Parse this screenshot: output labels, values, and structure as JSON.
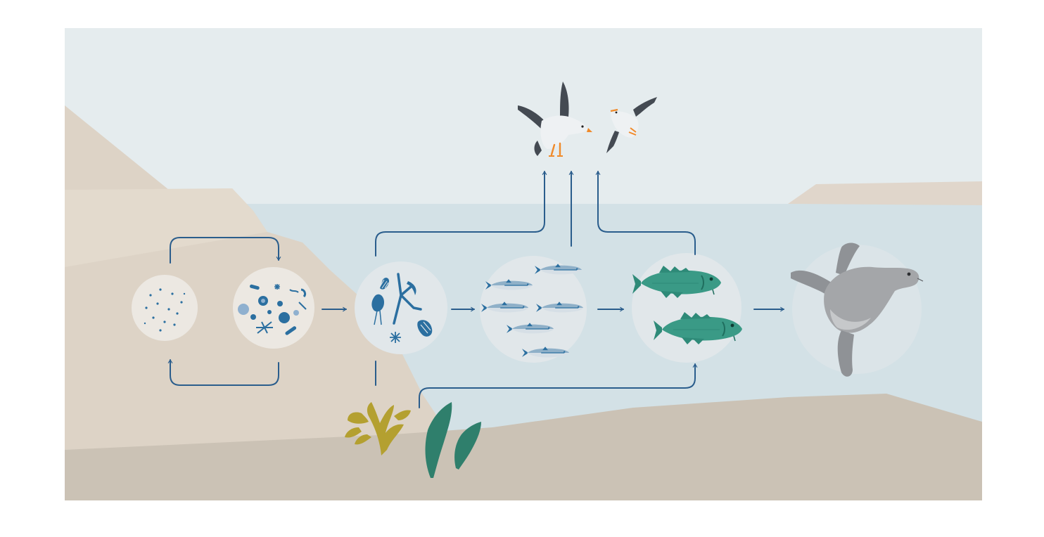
{
  "diagram": {
    "kind": "marine-food-web",
    "labels": [],
    "nodes": [
      {
        "id": "nutrients",
        "icon": "nutrient-particles-icon"
      },
      {
        "id": "phytoplankton",
        "icon": "phytoplankton-icon"
      },
      {
        "id": "zooplankton",
        "icon": "zooplankton-icon"
      },
      {
        "id": "forage-fish",
        "icon": "small-fish-school-icon"
      },
      {
        "id": "predatory-fish",
        "icon": "cod-fish-icon"
      },
      {
        "id": "seal",
        "icon": "seal-icon"
      },
      {
        "id": "seabirds",
        "icon": "seagull-icon"
      },
      {
        "id": "seaweed",
        "icon": "seaweed-icon"
      }
    ],
    "flows": [
      {
        "from": "nutrients",
        "to": "phytoplankton"
      },
      {
        "from": "phytoplankton",
        "to": "nutrients"
      },
      {
        "from": "phytoplankton",
        "to": "zooplankton"
      },
      {
        "from": "zooplankton",
        "to": "forage-fish"
      },
      {
        "from": "forage-fish",
        "to": "predatory-fish"
      },
      {
        "from": "predatory-fish",
        "to": "seal"
      },
      {
        "from": "zooplankton",
        "to": "seabirds"
      },
      {
        "from": "forage-fish",
        "to": "seabirds"
      },
      {
        "from": "predatory-fish",
        "to": "seabirds"
      },
      {
        "from": "seaweed",
        "to": "predatory-fish"
      },
      {
        "from": "seaweed",
        "to": "zooplankton"
      }
    ]
  },
  "colors": {
    "sky": "#e5ecee",
    "water": "#d3e1e6",
    "rock": "#ddd3c6",
    "sand": "#cbc2b5",
    "arrow": "#2a5d8c",
    "plankton_blue": "#2b6fa0",
    "fish_green": "#2e8a78",
    "seaweed_yellow": "#b4a030",
    "seaweed_green": "#2f7f6c",
    "bird_white": "#eef1f3",
    "bird_wing": "#444a52",
    "bird_leg": "#f08a2a",
    "seal": "#a4a6a9"
  }
}
